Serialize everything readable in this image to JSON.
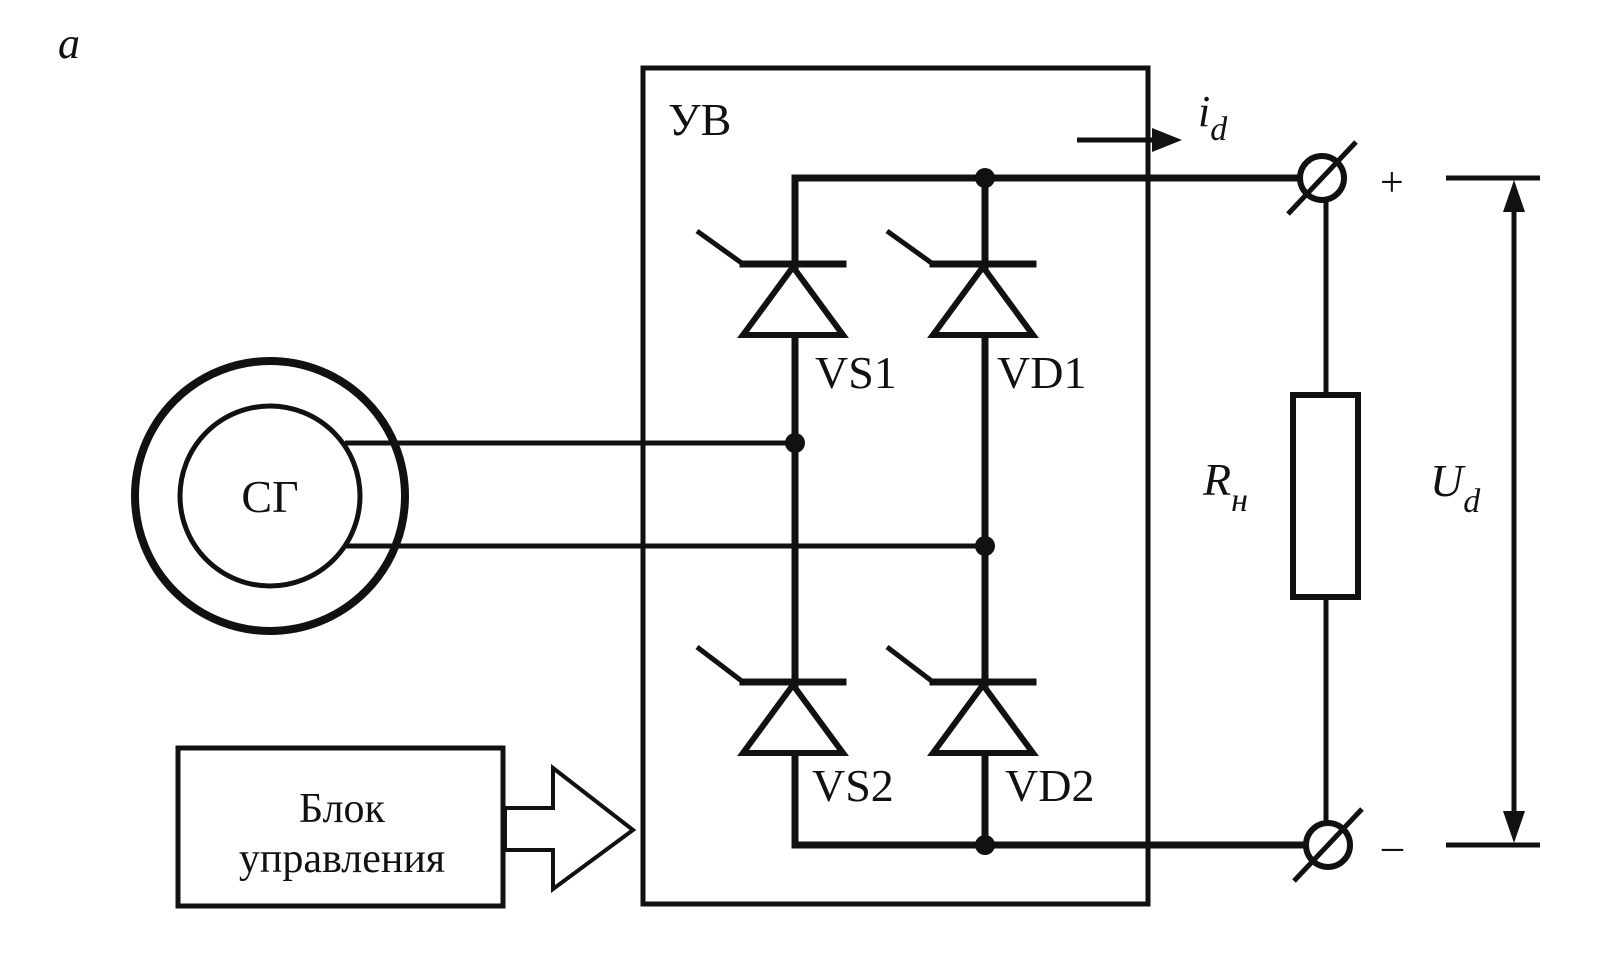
{
  "figure": {
    "panel_letter": "a"
  },
  "generator": {
    "label": "СГ"
  },
  "rectifier": {
    "label": "УВ",
    "thyristor_top": "VS1",
    "thyristor_bottom": "VS2",
    "diode_top": "VD1",
    "diode_bottom": "VD2"
  },
  "control_block": {
    "line1": "Блок",
    "line2": "управления"
  },
  "output": {
    "current_symbol": "i",
    "current_subscript": "d",
    "plus": "+",
    "minus": "–",
    "load_symbol": "R",
    "load_subscript": "н",
    "voltage_symbol": "U",
    "voltage_subscript": "d"
  },
  "colors": {
    "ink": "#111111",
    "background": "#ffffff"
  }
}
